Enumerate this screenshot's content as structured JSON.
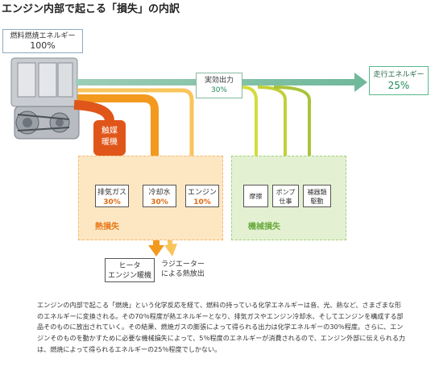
{
  "title": "エンジン内部で起こる「損失」の内訳",
  "fuel": {
    "label": "燃料燃焼エネルギー",
    "value": "100%"
  },
  "effective": {
    "label": "実効出力",
    "value": "30%"
  },
  "running": {
    "label": "走行エネルギー",
    "value": "25%"
  },
  "catalyst": {
    "line1": "触媒",
    "line2": "暖機"
  },
  "heat_loss": {
    "label": "熱損失",
    "items": [
      {
        "label": "排気ガス",
        "value": "30%"
      },
      {
        "label": "冷却水",
        "value": "30%"
      },
      {
        "label": "エンジン",
        "value": "10%"
      }
    ]
  },
  "mech_loss": {
    "label": "機械損失",
    "items": [
      {
        "line1": "摩擦",
        "line2": ""
      },
      {
        "line1": "ポンプ",
        "line2": "仕事"
      },
      {
        "line1": "補器類",
        "line2": "駆動"
      }
    ]
  },
  "cooling_outputs": {
    "heater": {
      "line1": "ヒータ",
      "line2": "エンジン暖機"
    },
    "radiator": {
      "line1": "ラジエーター",
      "line2": "による熱放出"
    }
  },
  "description": "エンジンの内部で起こる「燃焼」という化学反応を経て、燃料の持っている化学エネルギーは音、光、熱など、さまざまな形のエネルギーに変換される。その70％程度が熱エネルギーとなり、排気ガスやエンジン冷却水、そしてエンジンを構成する部品そのものに放出されていく。その結果、燃焼ガスの膨張によって得られる出力は化学エネルギーの30％程度。さらに、エンジンそのものを動かすために必要な機械損失によって、5％程度のエネルギーが消費されるので、エンジン外部に伝えられる力は、燃焼によって得られるエネルギーの25％程度でしかない。",
  "colors": {
    "heat_main": "#f39a1e",
    "heat_light": "#f9c45a",
    "heat_dark": "#e0561a",
    "effective_flow": "#6fb89a",
    "mech_flow": "#a7c43a",
    "mech_flow_light": "#d4dc3a",
    "heat_area": "#fde7c3",
    "mech_area": "#e3f1d2"
  }
}
